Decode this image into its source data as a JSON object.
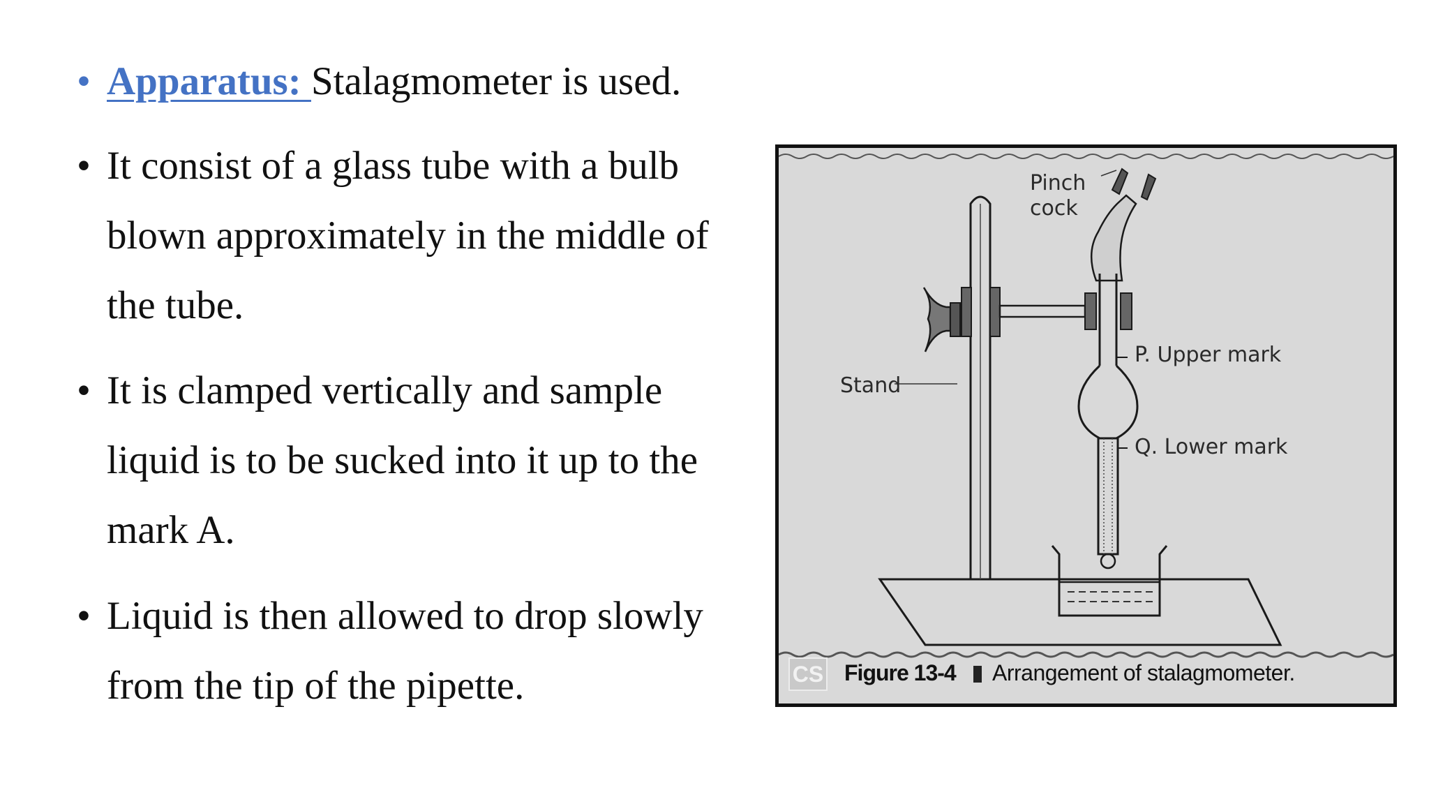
{
  "slide": {
    "bullets": [
      {
        "heading": "Apparatus: ",
        "lines": [
          "Stalagmometer is used."
        ]
      },
      {
        "lines": [
          "It consist of a glass tube with a bulb",
          "blown approximately in the middle of",
          "the tube."
        ]
      },
      {
        "lines": [
          "It is clamped vertically and sample",
          "liquid is to be sucked into it up to the",
          "mark A."
        ]
      },
      {
        "lines": [
          "Liquid is then allowed to drop slowly",
          "from the tip of the pipette."
        ]
      }
    ],
    "bullet_glyph": "•"
  },
  "figure": {
    "labels": {
      "pinch_line1": "Pinch",
      "pinch_line2": "cock",
      "stand": "Stand",
      "upper_mark": "P. Upper mark",
      "lower_mark": "Q. Lower mark"
    },
    "caption": {
      "logo": "CS",
      "figure_number": "Figure 13-4",
      "text": "Arrangement of stalagmometer."
    }
  }
}
